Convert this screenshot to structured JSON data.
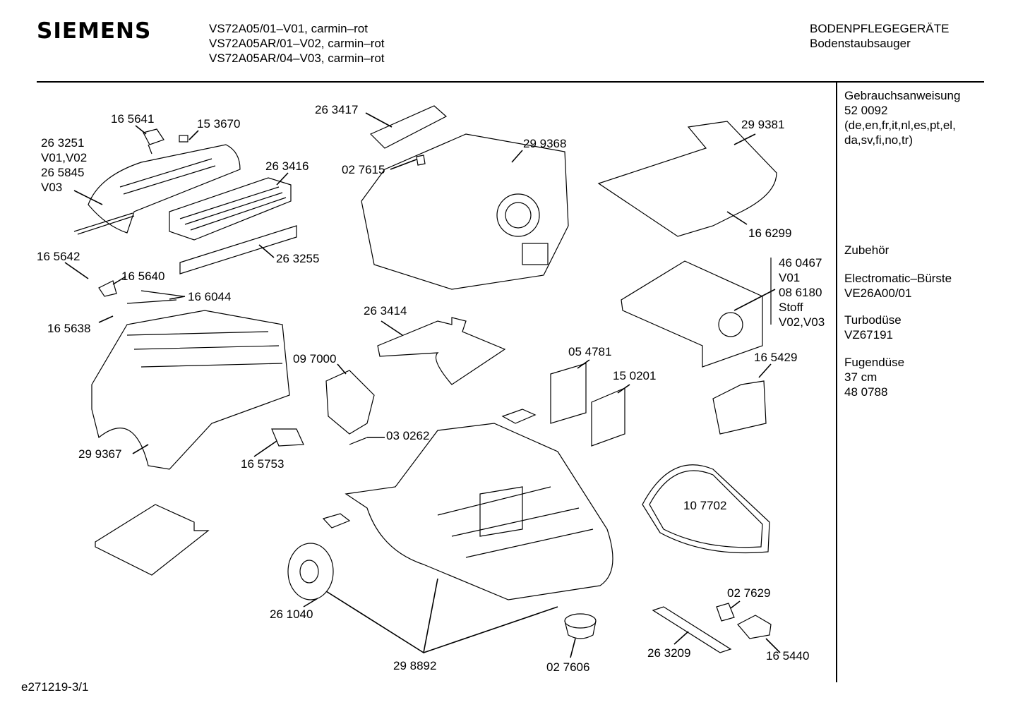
{
  "header": {
    "brand": "SIEMENS",
    "models": [
      "VS72A05/01–V01, carmin–rot",
      "VS72A05AR/01–V02, carmin–rot",
      "VS72A05AR/04–V03, carmin–rot"
    ],
    "category": "BODENPFLEGEGERÄTE",
    "subcategory": "Bodenstaubsauger"
  },
  "parts": {
    "p165641": "16 5641",
    "p153670": "15 3670",
    "p263251": [
      "26 3251",
      "V01,V02",
      "26 5845",
      "V03"
    ],
    "p263416": "26 3416",
    "p263417": "26 3417",
    "p027615": "02 7615",
    "p299368": "29 9368",
    "p299381": "29 9381",
    "p166299": "16 6299",
    "p165642": "16 5642",
    "p165640": "16 5640",
    "p263255": "26 3255",
    "p166044": "16 6044",
    "p165638": "16 5638",
    "p460467": [
      "46 0467",
      "V01",
      "08 6180",
      "Stoff",
      "V02,V03"
    ],
    "p263414": "26 3414",
    "p097000": "09 7000",
    "p054781": "05 4781",
    "p150201": "15 0201",
    "p165429": "16 5429",
    "p030262": "03 0262",
    "p299367": "29 9367",
    "p165753": "16 5753",
    "p107702": "10 7702",
    "p027629": "02 7629",
    "p261040": "26 1040",
    "p298892": "29 8892",
    "p027606": "02 7606",
    "p263209": "26 3209",
    "p165440": "16 5440"
  },
  "sidebar": {
    "manual": [
      "Gebrauchsanweisung",
      "52 0092",
      "(de,en,fr,it,nl,es,pt,el,",
      "da,sv,fi,no,tr)"
    ],
    "accessories_title": "Zubehör",
    "accessories": [
      [
        "Electromatic–Bürste",
        "VE26A00/01"
      ],
      [
        "Turbodüse",
        "VZ67191"
      ],
      [
        "Fugendüse",
        "37 cm",
        "48 0788"
      ]
    ]
  },
  "footer": {
    "code": "e271219-3/1"
  }
}
